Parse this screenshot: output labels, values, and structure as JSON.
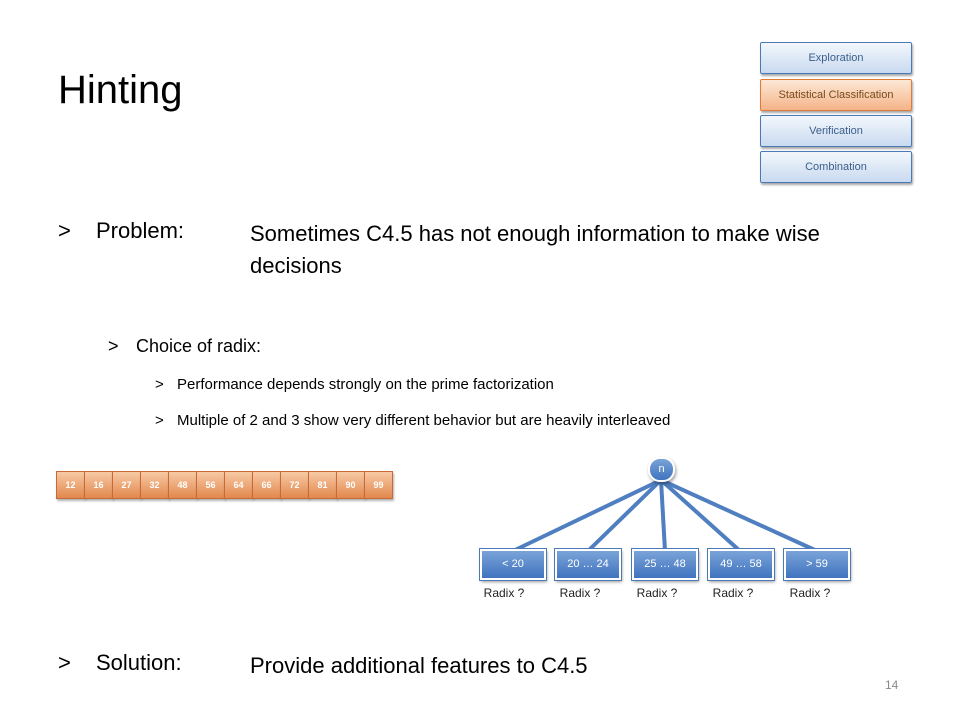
{
  "slide": {
    "title": "Hinting",
    "page_number": "14"
  },
  "nav": [
    {
      "label": "Exploration",
      "active": false
    },
    {
      "label": "Statistical  Classification",
      "active": true
    },
    {
      "label": "Verification",
      "active": false
    },
    {
      "label": "Combination",
      "active": false
    }
  ],
  "bullets": {
    "marker": ">",
    "problem_label": "Problem:",
    "problem_text": "Sometimes C4.5 has not enough information to make wise decisions",
    "sub_heading": "Choice of radix:",
    "sub_item_1": "Performance depends strongly on the prime factorization",
    "sub_item_2": "Multiple of 2 and 3 show very different behavior but are heavily interleaved",
    "solution_label": "Solution:",
    "solution_text": "Provide additional features to C4.5"
  },
  "radix_values": [
    "12",
    "16",
    "27",
    "32",
    "48",
    "56",
    "64",
    "66",
    "72",
    "81",
    "90",
    "99"
  ],
  "tree": {
    "root": "n",
    "leaves": [
      "< 20",
      "20 … 24",
      "25 … 48",
      "49 … 58",
      "> 59"
    ],
    "leaf_caption": "Radix ?"
  },
  "colors": {
    "nav_blue": "#c9daf0",
    "nav_active_orange": "#f4b488",
    "radix_orange": "#e2884e",
    "tree_blue": "#3f74bf",
    "edge_blue": "#4f7fc0"
  }
}
